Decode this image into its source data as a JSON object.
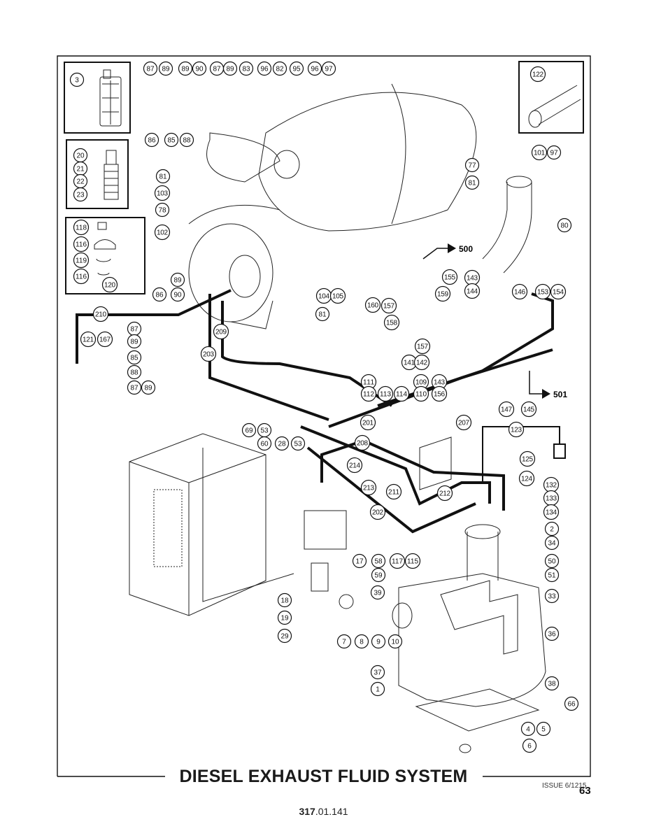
{
  "title": "DIESEL EXHAUST FLUID SYSTEM",
  "issue": "ISSUE 6/1215",
  "page_number": "63",
  "doc_number": {
    "bold": "317",
    "rest": ".01.141"
  },
  "references": [
    "500",
    "501"
  ],
  "callouts": [
    "87",
    "89",
    "89",
    "90",
    "87",
    "89",
    "83",
    "96",
    "82",
    "95",
    "96",
    "97",
    "86",
    "85",
    "88",
    "3",
    "20",
    "21",
    "22",
    "23",
    "81",
    "103",
    "78",
    "122",
    "101",
    "97",
    "77",
    "81",
    "80",
    "118",
    "116",
    "119",
    "116",
    "120",
    "102",
    "89",
    "90",
    "86",
    "81",
    "104",
    "105",
    "210",
    "87",
    "89",
    "85",
    "88",
    "87",
    "89",
    "121",
    "167",
    "209",
    "203",
    "155",
    "160",
    "157",
    "159",
    "158",
    "143",
    "144",
    "146",
    "153",
    "154",
    "157",
    "141",
    "142",
    "143",
    "156",
    "147",
    "145",
    "111",
    "112",
    "113",
    "114",
    "109",
    "110",
    "69",
    "53",
    "60",
    "28",
    "53",
    "201",
    "207",
    "123",
    "208",
    "125",
    "124",
    "214",
    "213",
    "211",
    "212",
    "132",
    "133",
    "134",
    "202",
    "2",
    "34",
    "50",
    "51",
    "17",
    "58",
    "59",
    "117",
    "115",
    "33",
    "39",
    "18",
    "19",
    "7",
    "8",
    "9",
    "10",
    "29",
    "36",
    "37",
    "1",
    "38",
    "66",
    "4",
    "5",
    "6"
  ]
}
